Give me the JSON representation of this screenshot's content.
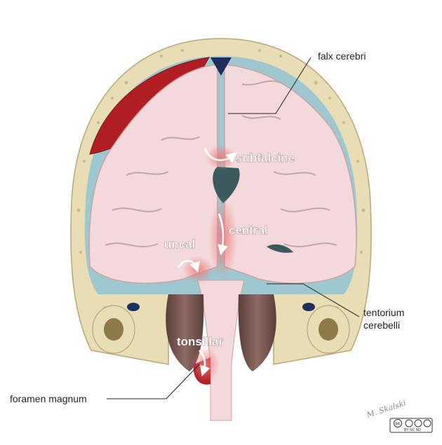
{
  "labels": {
    "falx": "falx cerebri",
    "tentorium_1": "tentorium",
    "tentorium_2": "cerebelli",
    "foramen": "foramen magnum"
  },
  "herniations": {
    "subfalcine": "subfalcine",
    "central": "central",
    "uncal": "uncal",
    "tonsillar": "tonsillar"
  },
  "credit": {
    "signature": "M. Skalski",
    "license": "cc",
    "license_terms": "BY NC ND"
  },
  "colors": {
    "bone": "#e8ddb4",
    "brain": "#f3d9db",
    "hematoma": "#b01e24",
    "csf": "#9ec8cf",
    "herniation_glow": "#f08a8a",
    "cerebellum": "#7a5a55"
  }
}
